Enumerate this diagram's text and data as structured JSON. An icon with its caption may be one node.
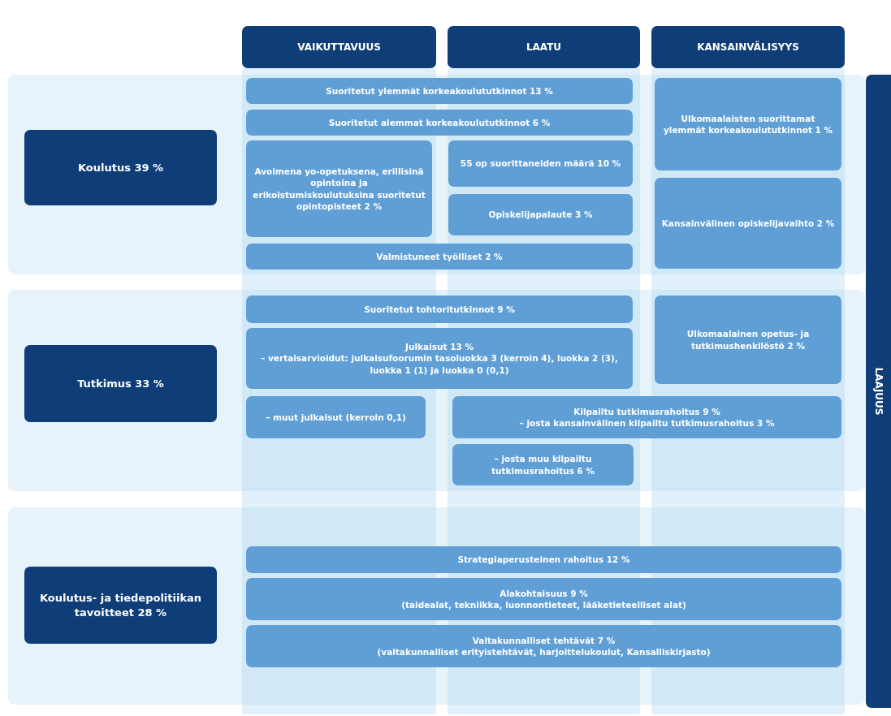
{
  "diagram": {
    "nodes": [
      {
        "text": [
          "VAIKUTTAVUUS"
        ]
      },
      {
        "text": [
          "LAATU"
        ]
      },
      {
        "text": [
          "KANSAINVÄLISYYS"
        ]
      },
      {
        "text": [
          "LAAJUUS"
        ]
      },
      {
        "text": [
          "Koulutus 39 %"
        ]
      },
      {
        "text": [
          "Suoritetut ylemmät korkeakoulututkinnot 13 %"
        ]
      },
      {
        "text": [
          "Suoritetut alemmat korkeakoulututkinnot 6 %"
        ]
      },
      {
        "text": [
          "Avoimena yo-opetuksena, erillisinä opintoina ja erikoistumiskoulutuksina suoritetut opintopisteet 2 %"
        ]
      },
      {
        "text": [
          "55 op suorittaneiden määrä 10 %"
        ]
      },
      {
        "text": [
          "Opiskelijapalaute 3 %"
        ]
      },
      {
        "text": [
          "Valmistuneet työlliset 2 %"
        ]
      },
      {
        "text": [
          "Ulkomaalaisten suorittamat ylemmät korkeakoulututkinnot 1 %"
        ]
      },
      {
        "text": [
          "Kansainvälinen opiskelijavaihto 2 %"
        ]
      },
      {
        "text": [
          "Tutkimus 33 %"
        ]
      },
      {
        "text": [
          "Suoritetut tohtoritutkinnot 9 %"
        ]
      },
      {
        "text": [
          "Julkaisut 13 %",
          "– vertaisarvioidut: julkaisufoorumin tasoluokka 3 (kerroin 4), luokka 2 (3), luokka 1 (1) ja luokka 0 (0,1)"
        ]
      },
      {
        "text": [
          "Ulkomaalainen opetus- ja tutkimushenkilöstö 2 %"
        ]
      },
      {
        "text": [
          "– muut julkaisut (kerroin 0,1)"
        ]
      },
      {
        "text": [
          "Kilpailtu tutkimusrahoitus 9 %",
          "– josta kansainvälinen kilpailtu tutkimusrahoitus 3 %"
        ]
      },
      {
        "text": [
          "– josta muu kilpailtu tutkimusrahoitus 6 %"
        ]
      },
      {
        "text": [
          "Koulutus- ja tiedepolitiikan tavoitteet 28 %"
        ]
      },
      {
        "text": [
          "Strategiaperusteinen rahoitus 12 %"
        ]
      },
      {
        "text": [
          "Alakohtaisuus 9 %",
          "(taidealat, tekniikka, luonnontieteet, lääketieteelliset alat)"
        ]
      },
      {
        "text": [
          "Valtakunnalliset tehtävät 7 %",
          "(valtakunnalliset erityistehtävät, harjoittelukoulut, Kansalliskirjasto)"
        ]
      }
    ]
  }
}
